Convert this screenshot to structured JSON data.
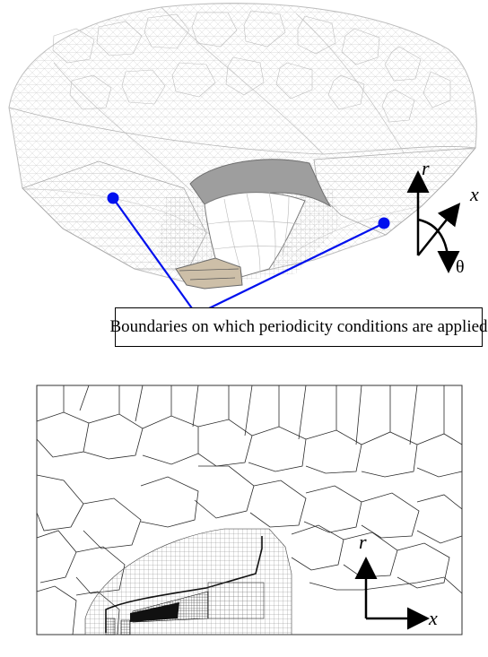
{
  "figure": {
    "top_view": {
      "annotation": "Boundaries on which periodicity conditions are applied",
      "axes": {
        "r": "r",
        "x": "x",
        "theta": "θ"
      }
    },
    "bottom_view": {
      "axes": {
        "r": "r",
        "x": "x"
      }
    },
    "colors": {
      "pointer": "#0010ee",
      "mesh_top": "#c8c8c8",
      "mesh_bottom": "#2a2a2a",
      "body_surface": "#9a9a9a"
    }
  }
}
